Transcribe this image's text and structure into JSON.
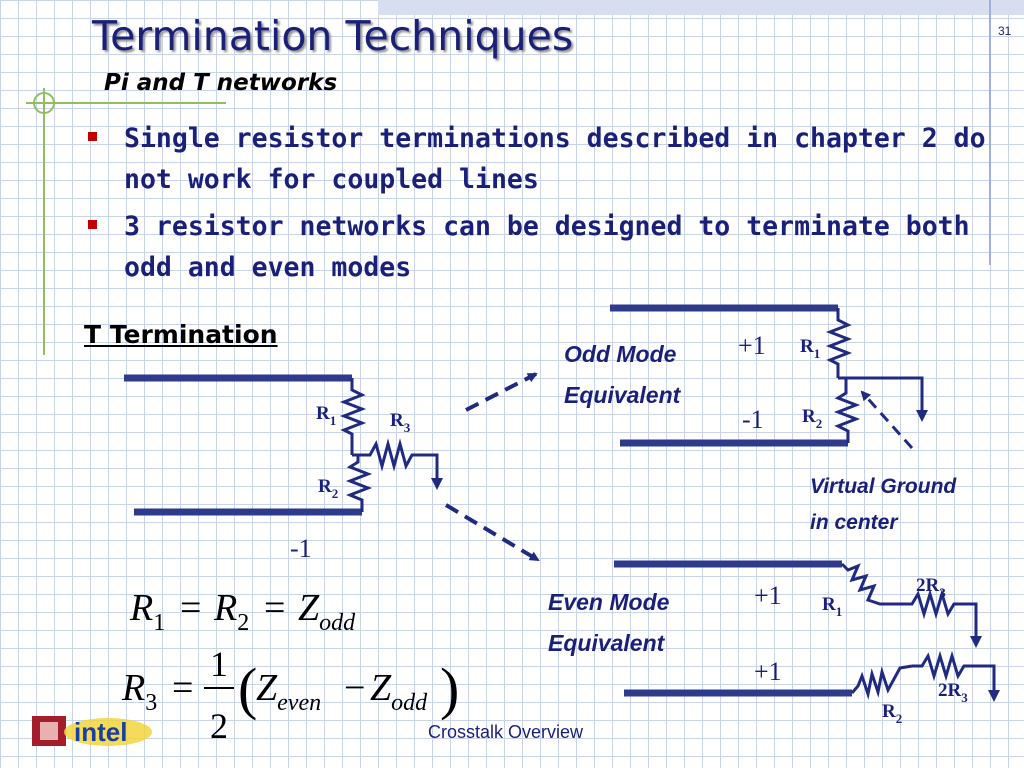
{
  "slide": {
    "title": "Termination Techniques",
    "subtitle": "Pi and T networks",
    "number": "31",
    "footer": "Crosstalk Overview"
  },
  "bullets": [
    "Single resistor terminations described in chapter 2 do not work for coupled lines",
    "3 resistor networks can be designed to terminate both odd and even modes"
  ],
  "diagram": {
    "t_termination_label": "T Termination",
    "odd_mode": {
      "line1": "Odd Mode",
      "line2": "Equivalent"
    },
    "even_mode": {
      "line1": "Even Mode",
      "line2": "Equivalent"
    },
    "virtual_ground": {
      "line1": "Virtual Ground",
      "line2": "in center"
    },
    "signals": {
      "plus_one": "+1",
      "minus_one": "-1"
    },
    "resistors": {
      "r1": {
        "letter": "R",
        "sub": "1"
      },
      "r2": {
        "letter": "R",
        "sub": "2"
      },
      "r3": {
        "letter": "R",
        "sub": "3"
      },
      "two_r3": {
        "letter": "2R",
        "sub": "3"
      }
    }
  },
  "equations": {
    "eq1": {
      "R": "R",
      "s1": "1",
      "eq": "=",
      "s2": "2",
      "Z": "Z",
      "odd": "odd"
    },
    "eq2": {
      "R": "R",
      "s3": "3",
      "eq": "=",
      "num": "1",
      "den": "2",
      "open": "(",
      "Z": "Z",
      "even": "even",
      "minus": "−",
      "odd": "odd",
      "close": ")"
    }
  },
  "logo": {
    "text": "intel"
  },
  "colors": {
    "title": "#1a1f78",
    "accent": "#c00000",
    "wire": "#2e3a8c",
    "grid": "#c9d4ec",
    "header_bar": "#d6def0"
  }
}
